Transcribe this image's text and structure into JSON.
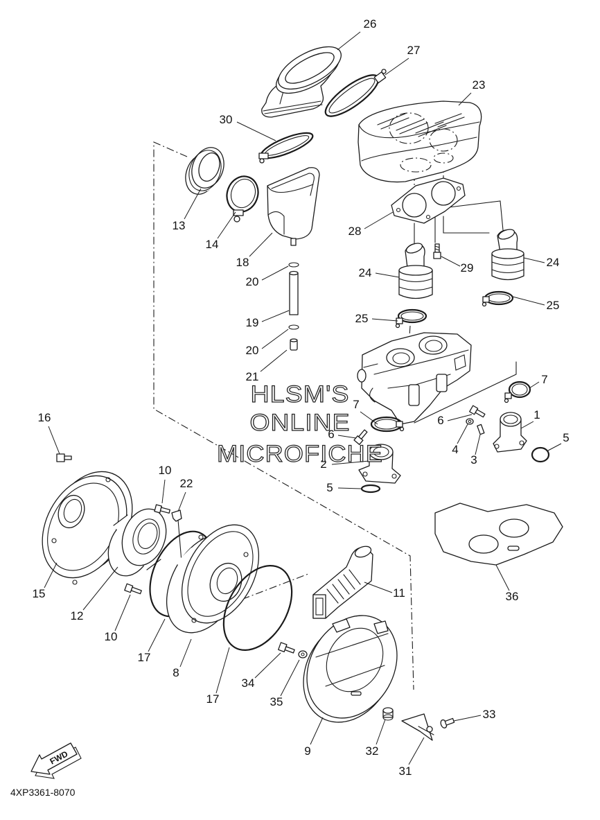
{
  "diagram": {
    "callouts": [
      "26",
      "27",
      "23",
      "30",
      "13",
      "14",
      "18",
      "20",
      "19",
      "20",
      "21",
      "28",
      "29",
      "24",
      "24",
      "25",
      "25",
      "7",
      "7",
      "6",
      "1",
      "5",
      "4",
      "3",
      "6",
      "2",
      "5",
      "16",
      "10",
      "22",
      "15",
      "12",
      "10",
      "17",
      "8",
      "17",
      "34",
      "35",
      "11",
      "36",
      "9",
      "32",
      "33",
      "31"
    ],
    "watermark": {
      "line1": "HLSM'S",
      "line2": "ONLINE",
      "line3": "MICROFICHE"
    },
    "fwd_label": "FWD",
    "part_code": "4XP3361-8070",
    "line_color": "#1a1a1a"
  }
}
